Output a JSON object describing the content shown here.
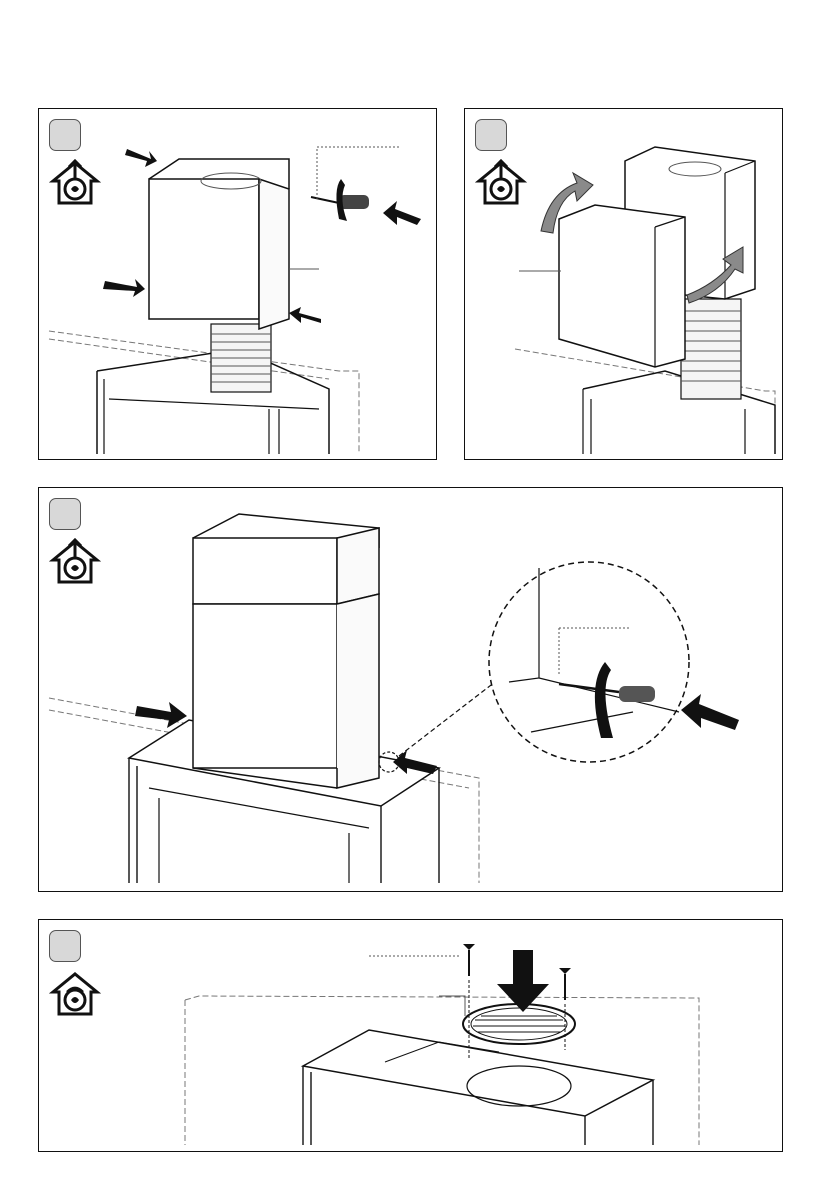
{
  "document": {
    "type": "installation-instructions",
    "page": ""
  },
  "panels": [
    {
      "id": "1",
      "step_label": "",
      "mode_icon": "house-fan-extraction-icon"
    },
    {
      "id": "2",
      "step_label": "",
      "mode_icon": "house-fan-extraction-icon"
    },
    {
      "id": "3",
      "step_label": "",
      "mode_icon": "house-fan-extraction-icon"
    },
    {
      "id": "4",
      "step_label": "",
      "mode_icon": "house-fan-recirculation-icon"
    }
  ],
  "colors": {
    "line": "#111111",
    "arrow_black": "#111111",
    "arrow_grey": "#8a8a8a",
    "badge": "#d8d8d8"
  }
}
